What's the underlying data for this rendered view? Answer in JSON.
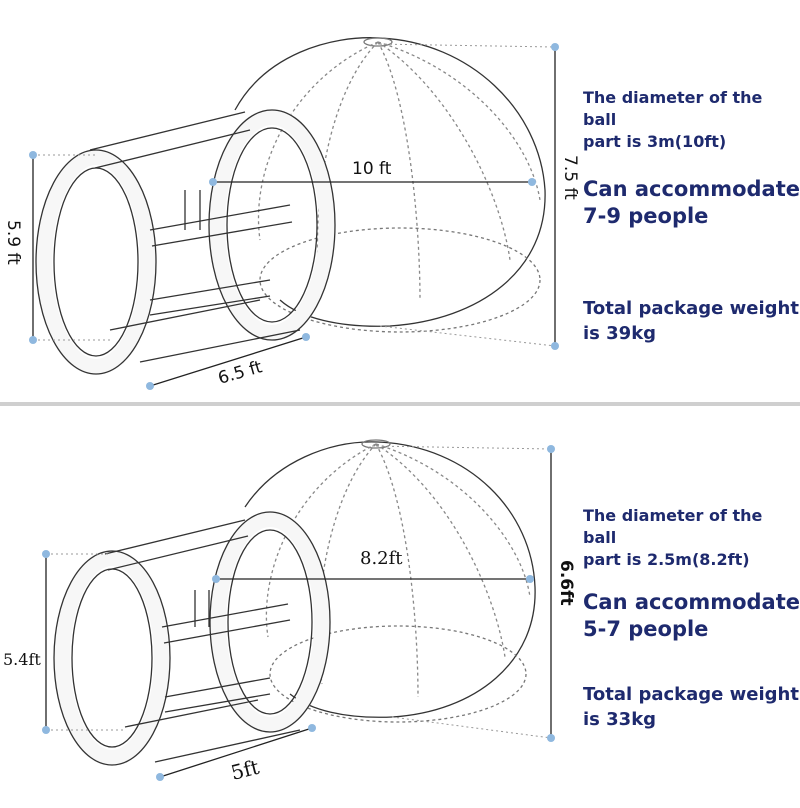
{
  "top": {
    "dims": {
      "ball_diameter": "10 ft",
      "height_ball": "7.5 ft",
      "height_tunnel": "5.9 ft",
      "tunnel_length": "6.5 ft"
    },
    "info": {
      "diameter_line1": "The diameter of the ball",
      "diameter_line2": "part is 3m(10ft)",
      "capacity_line1": "Can accommodate",
      "capacity_line2": "7-9 people",
      "weight_line1": "Total package weight",
      "weight_line2": "is 39kg"
    }
  },
  "bottom": {
    "dims": {
      "ball_diameter": "8.2ft",
      "height_ball": "6.6ft",
      "height_tunnel": "5.4ft",
      "tunnel_length": "5ft"
    },
    "info": {
      "diameter_line1": "The diameter of the ball",
      "diameter_line2": "part is 2.5m(8.2ft)",
      "capacity_line1": "Can accommodate",
      "capacity_line2": "5-7 people",
      "weight_line1": "Total package weight",
      "weight_line2": "is 33kg"
    }
  },
  "colors": {
    "text_accent": "#1e2a6e",
    "dimension_dot": "#8fb8df",
    "outline": "#333333"
  }
}
